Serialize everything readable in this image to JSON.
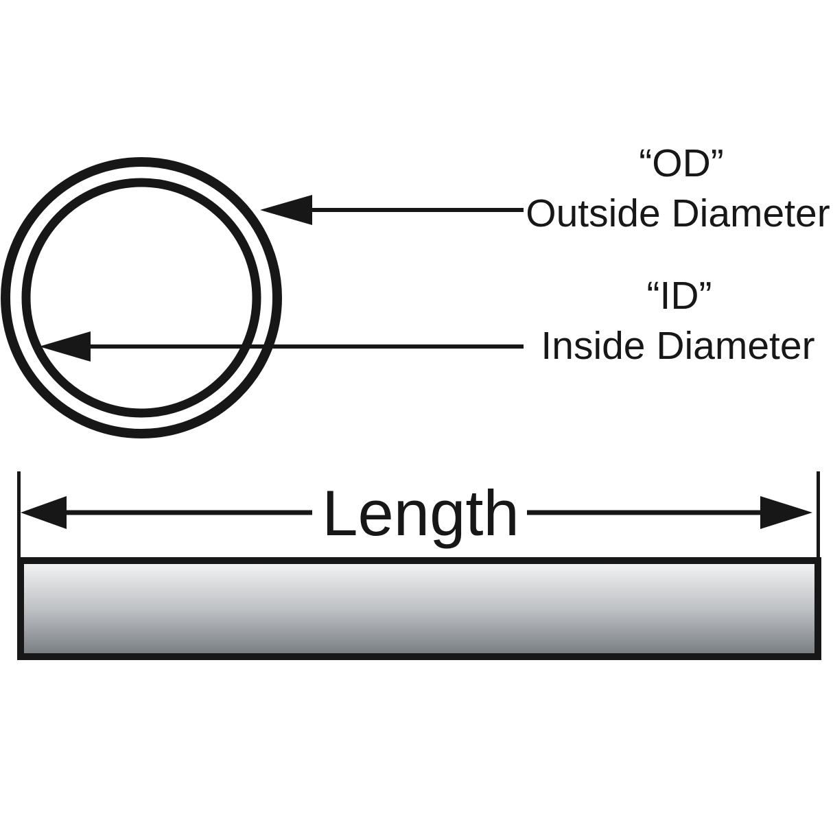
{
  "diagram": {
    "labels": {
      "od_abbr": "“OD”",
      "od_full": "Outside Diameter",
      "id_abbr": "“ID”",
      "id_full": "Inside Diameter",
      "length": "Length"
    },
    "colors": {
      "ink": "#171717",
      "background": "#ffffff",
      "tube_top": "#f5f5f6",
      "tube_mid": "#bfc2c5",
      "tube_bottom": "#757a80"
    }
  }
}
